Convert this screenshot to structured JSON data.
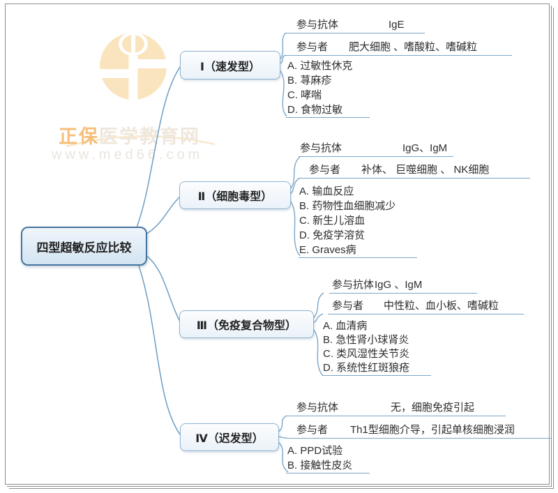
{
  "watermark": {
    "brand_highlight": "正保",
    "brand_rest": "医学教育网",
    "url": "www.med66.com"
  },
  "root": {
    "label": "四型超敏反应比较"
  },
  "branches": [
    {
      "label": "Ⅰ（速发型）",
      "antibody_label": "参与抗体",
      "antibody_value": "IgE",
      "participant_label": "参与者",
      "participant_value": "肥大细胞 、嗜酸粒、嗜碱粒",
      "examples": [
        "A. 过敏性休克",
        "B. 荨麻疹",
        "C. 哮喘",
        "D. 食物过敏"
      ]
    },
    {
      "label": "Ⅱ（细胞毒型）",
      "antibody_label": "参与抗体",
      "antibody_value": "IgG、IgM",
      "participant_label": "参与者",
      "participant_value": "补体、 巨噬细胞 、 NK细胞",
      "examples": [
        "A. 输血反应",
        "B. 药物性血细胞减少",
        "C. 新生儿溶血",
        "D. 免疫学溶贫",
        "E. Graves病"
      ]
    },
    {
      "label": "Ⅲ（免疫复合物型）",
      "antibody_label": "参与抗体",
      "antibody_value": "IgG 、IgM",
      "participant_label": "参与者",
      "participant_value": "中性粒、血小板、嗜碱粒",
      "examples": [
        "A. 血清病",
        "B. 急性肾小球肾炎",
        "C. 类风湿性关节炎",
        "D. 系统性红斑狼疮"
      ]
    },
    {
      "label": "Ⅳ（迟发型）",
      "antibody_label": "参与抗体",
      "antibody_value": "无，细胞免疫引起",
      "participant_label": "参与者",
      "participant_value": "Th1型细胞介导，引起单核细胞浸润",
      "examples": [
        "A. PPD试验",
        "B. 接触性皮炎"
      ]
    }
  ],
  "colors": {
    "connector": "#7ba6c8",
    "root_connector": "#6d9cc2",
    "node_border": "#8fb3d0",
    "root_border": "#44749e",
    "watermark_orange": "#fae4be",
    "watermark_brand": "#f6be7a",
    "watermark_light": "#efe7dc",
    "frame_gray": "#8d8d8d"
  }
}
